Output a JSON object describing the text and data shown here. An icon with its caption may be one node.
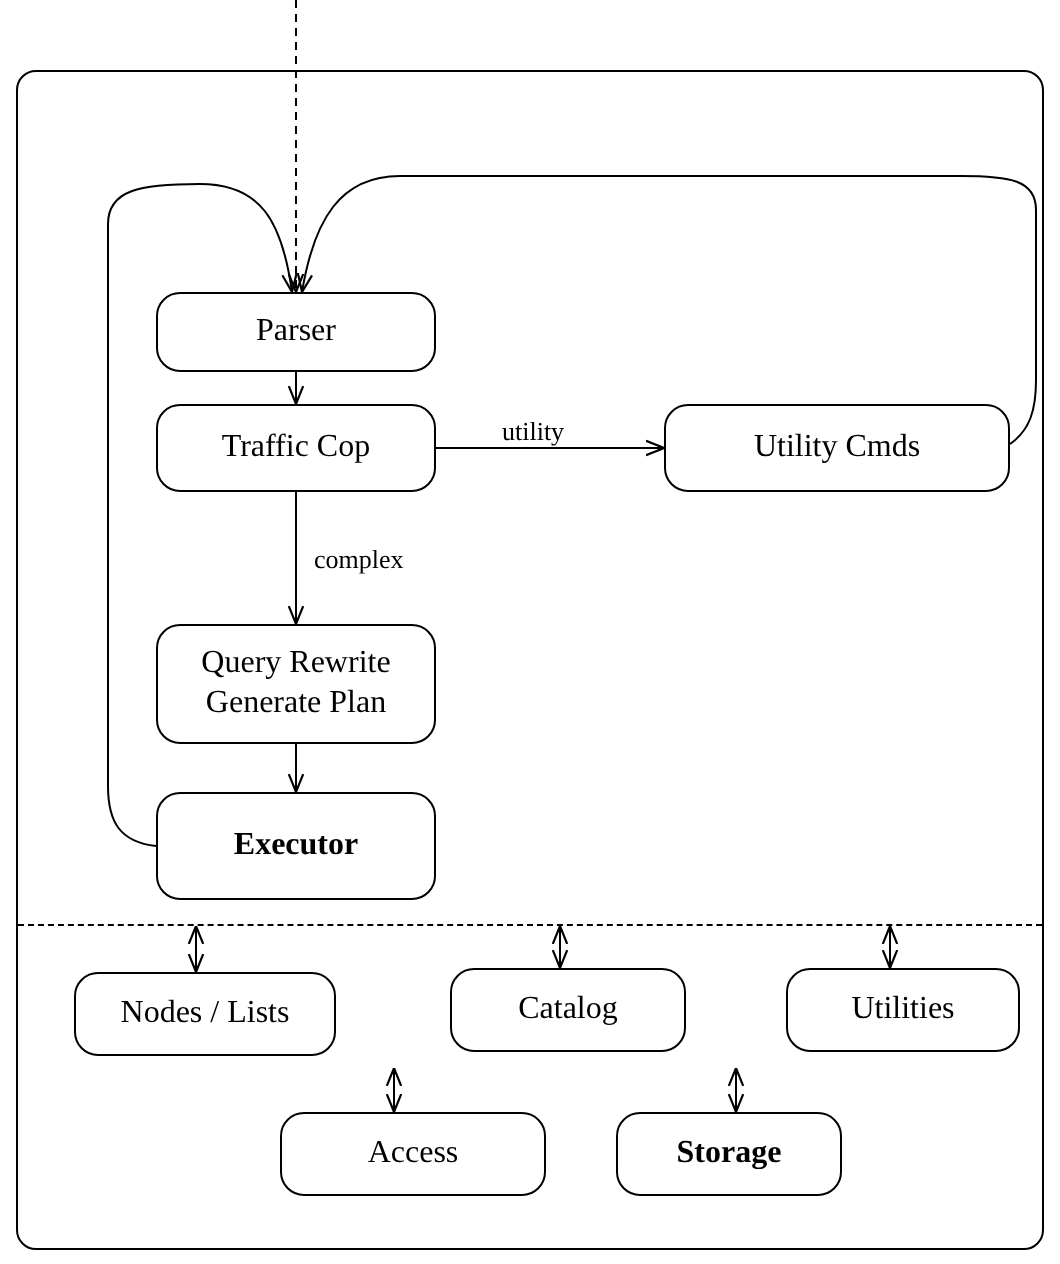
{
  "diagram": {
    "nodes": [
      {
        "text": [],
        "shape": "box"
      },
      {
        "text": [
          "Parser"
        ],
        "in": 0
      },
      {
        "text": [
          "Traffic Cop"
        ],
        "in": 0
      },
      {
        "text": [
          "Utility Cmds"
        ],
        "in": 0
      },
      {
        "text": [
          "Query Rewrite",
          "Generate Plan"
        ],
        "in": 0
      },
      {
        "text": [
          "Executor"
        ],
        "in": 0
      },
      {
        "text": [],
        "shape": "line",
        "in": 0
      },
      {
        "text": [
          "Nodes / Lists"
        ],
        "in": 0
      },
      {
        "text": [
          "Catalog"
        ],
        "in": 0
      },
      {
        "text": [
          "Utilities"
        ],
        "in": 0
      },
      {
        "text": [
          "Access"
        ],
        "in": 0
      },
      {
        "text": [
          "Storage"
        ],
        "in": 0
      }
    ],
    "edges": [
      {
        "from": null,
        "to": 1,
        "arrow": "to",
        "style": "dashed"
      },
      {
        "from": 1,
        "to": 2,
        "arrow": "to"
      },
      {
        "from": 2,
        "to": 3,
        "arrow": "to",
        "label": "utility"
      },
      {
        "from": 2,
        "to": 4,
        "arrow": "to",
        "label": "complex"
      },
      {
        "from": 4,
        "to": 5,
        "arrow": "to"
      },
      {
        "from": 5,
        "to": 1,
        "arrow": "to"
      },
      {
        "from": 3,
        "to": 1,
        "arrow": "to"
      },
      {
        "from": 6,
        "to": 7,
        "arrow": "both"
      },
      {
        "from": null,
        "to": 10,
        "arrow": "both"
      },
      {
        "from": 6,
        "to": 8,
        "arrow": "both"
      },
      {
        "from": null,
        "to": 11,
        "arrow": "both"
      },
      {
        "from": 6,
        "to": 9,
        "arrow": "both"
      }
    ]
  }
}
